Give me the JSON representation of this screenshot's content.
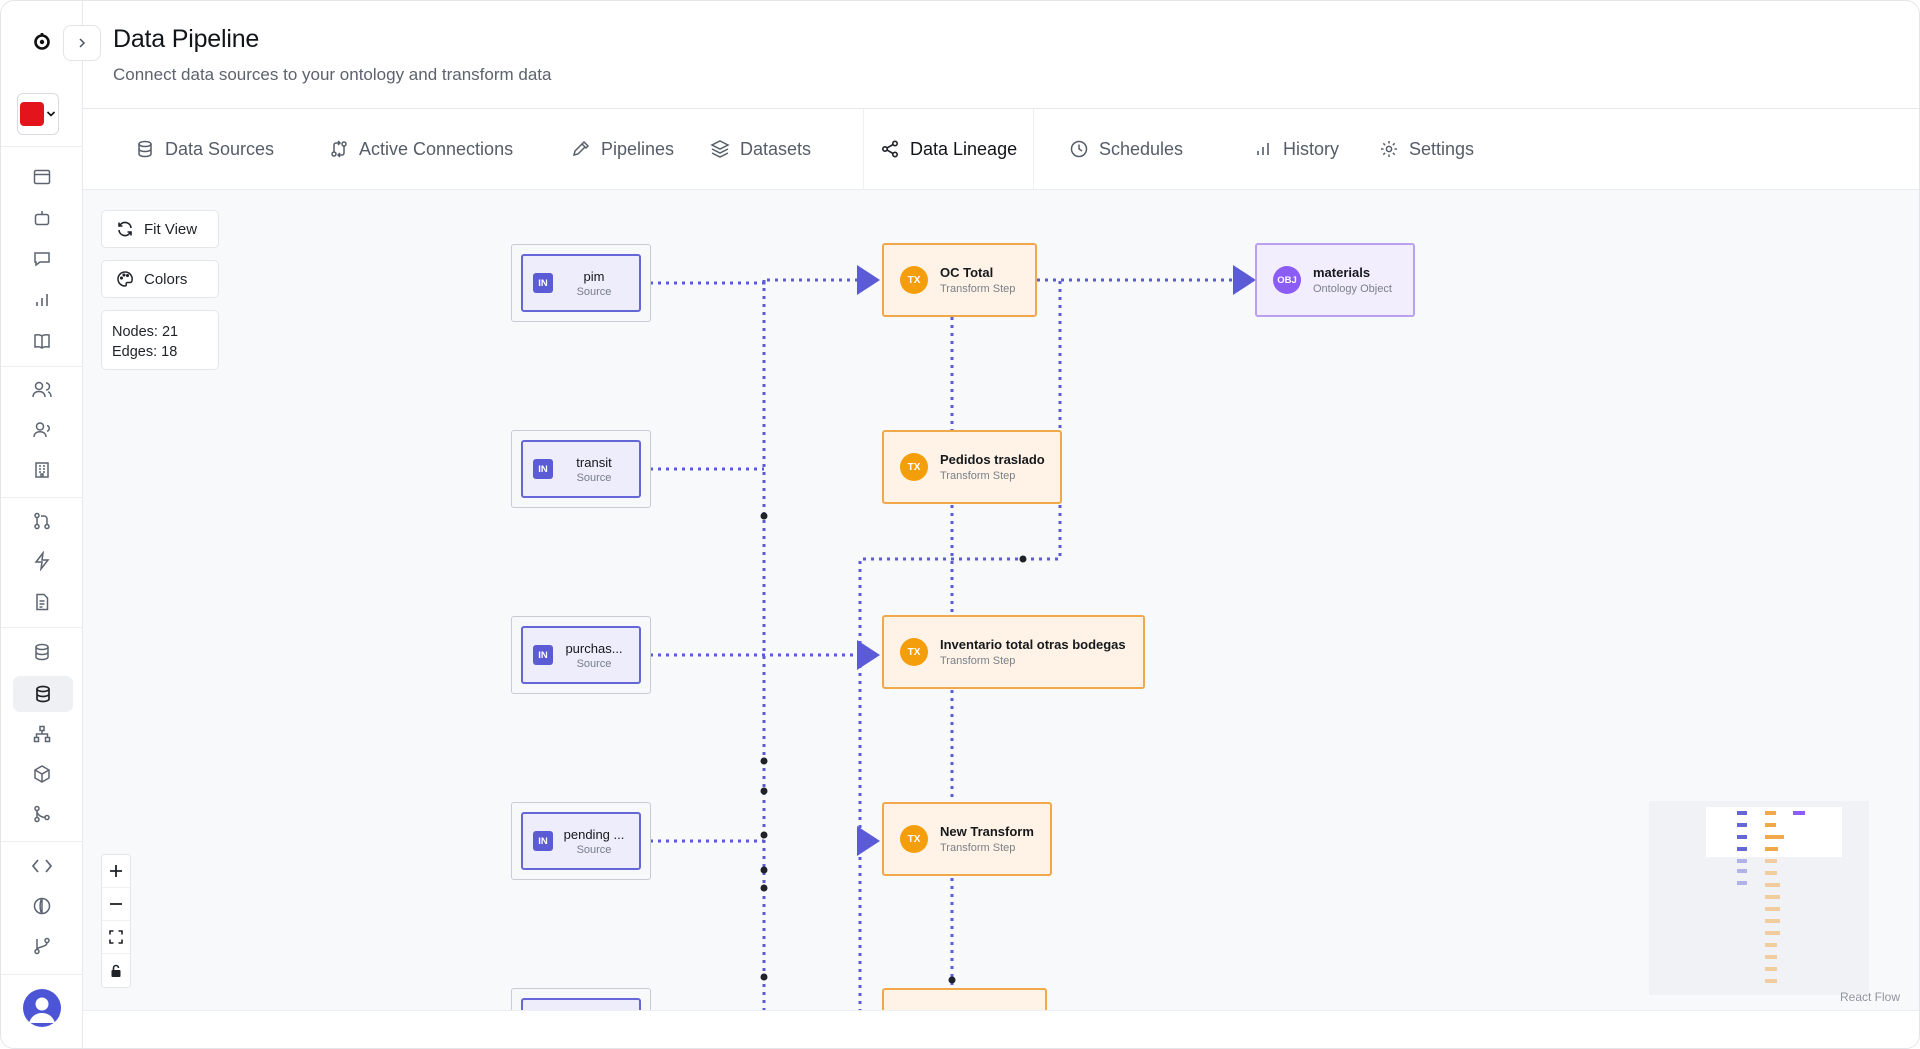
{
  "app": {
    "title": "Data Pipeline",
    "subtitle": "Connect data sources to your ontology and transform data"
  },
  "tabs": [
    {
      "label": "Data Sources",
      "icon": "database-icon",
      "active": false
    },
    {
      "label": "Active Connections",
      "icon": "git-compare-icon",
      "active": false
    },
    {
      "label": "Pipelines",
      "icon": "pipette-icon",
      "active": false
    },
    {
      "label": "Datasets",
      "icon": "layers-icon",
      "active": false
    },
    {
      "label": "Data Lineage",
      "icon": "share-nodes-icon",
      "active": true
    },
    {
      "label": "Schedules",
      "icon": "clock-icon",
      "active": false
    },
    {
      "label": "History",
      "icon": "bar-chart-icon",
      "active": false
    },
    {
      "label": "Settings",
      "icon": "gear-icon",
      "active": false
    }
  ],
  "toolbar": {
    "fit_view": "Fit View",
    "colors": "Colors",
    "nodes_label": "Nodes: 21",
    "edges_label": "Edges: 18"
  },
  "nodes": {
    "sources": [
      {
        "name": "pim",
        "type": "Source",
        "badge": "IN"
      },
      {
        "name": "transit",
        "type": "Source",
        "badge": "IN"
      },
      {
        "name": "purchas...",
        "type": "Source",
        "badge": "IN"
      },
      {
        "name": "pending ...",
        "type": "Source",
        "badge": "IN"
      }
    ],
    "transforms": [
      {
        "name": "OC Total",
        "type": "Transform Step",
        "badge": "TX"
      },
      {
        "name": "Pedidos traslado",
        "type": "Transform Step",
        "badge": "TX"
      },
      {
        "name": "Inventario total otras bodegas",
        "type": "Transform Step",
        "badge": "TX"
      },
      {
        "name": "New Transform",
        "type": "Transform Step",
        "badge": "TX"
      }
    ],
    "objects": [
      {
        "name": "materials",
        "type": "Ontology Object",
        "badge": "OBJ"
      }
    ]
  },
  "attribution": "React Flow",
  "colors": {
    "edge": "#5b5bd6",
    "source_border": "#6566d8",
    "transform_border": "#f0a84a",
    "transform_badge": "#f59e0b",
    "object_badge": "#8b5cf6",
    "brand": "#e3141b"
  },
  "sidebar_icons": [
    "window-icon",
    "bot-icon",
    "chat-icon",
    "bar-chart-icon",
    "book-icon",
    "users-icon",
    "user-group-icon",
    "building-icon",
    "git-pull-request-icon",
    "lightning-icon",
    "document-icon",
    "database-icon",
    "database-active-icon",
    "sitemap-icon",
    "cube-icon",
    "git-merge-icon",
    "code-icon",
    "globe-icon",
    "git-branch-icon"
  ]
}
